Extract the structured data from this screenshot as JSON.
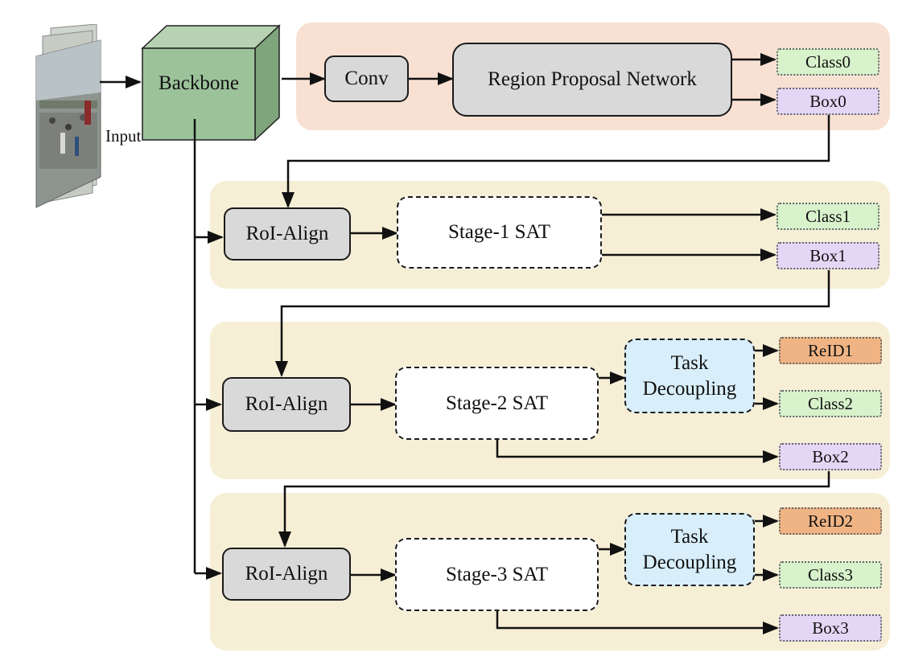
{
  "input_label": "Input",
  "backbone": "Backbone",
  "stage0": {
    "conv": "Conv",
    "rpn": "Region Proposal Network",
    "class": "Class0",
    "box": "Box0"
  },
  "stage1": {
    "roi": "RoI-Align",
    "sat": "Stage-1 SAT",
    "class": "Class1",
    "box": "Box1"
  },
  "stage2": {
    "roi": "RoI-Align",
    "sat": "Stage-2 SAT",
    "task_line1": "Task",
    "task_line2": "Decoupling",
    "reid": "ReID1",
    "class": "Class2",
    "box": "Box2"
  },
  "stage3": {
    "roi": "RoI-Align",
    "sat": "Stage-3 SAT",
    "task_line1": "Task",
    "task_line2": "Decoupling",
    "reid": "ReID2",
    "class": "Class3",
    "box": "Box3"
  },
  "colors": {
    "stage0_panel": "#f8e1d3",
    "stage_panel": "#f6efd6",
    "backbone": "#9cc29a",
    "module": "#d9d9d9",
    "task_decoupling": "#d8eefb",
    "class_output": "#d8f2cc",
    "box_output": "#e4d7f5",
    "reid_output": "#f0b484"
  },
  "icons": [
    "input-frames-image",
    "backbone-cube"
  ]
}
